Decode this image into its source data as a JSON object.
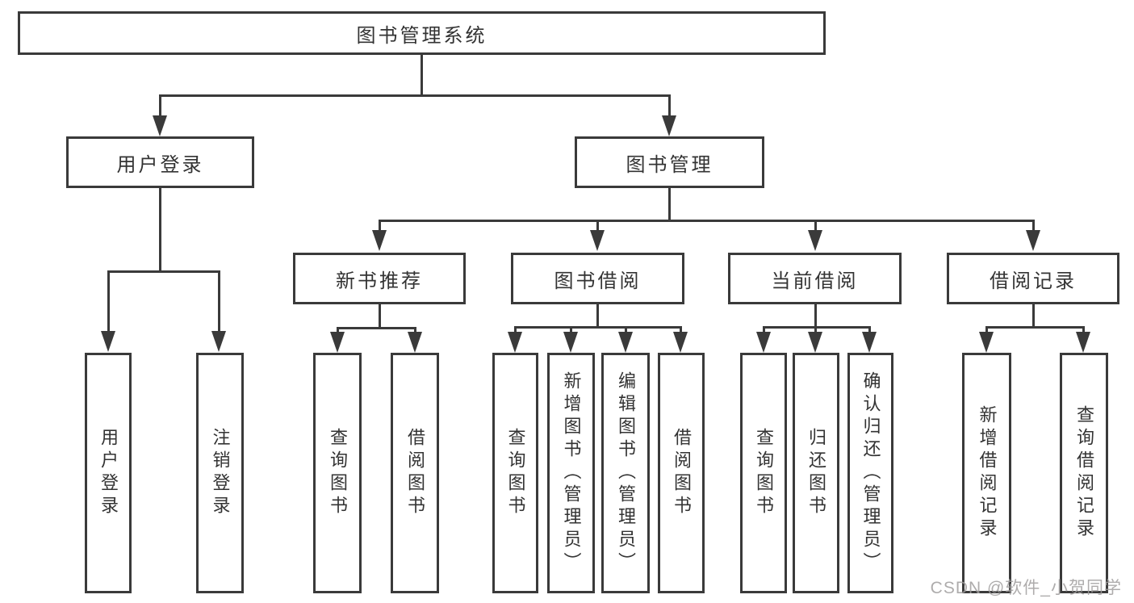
{
  "diagram": {
    "root": {
      "label": "图书管理系统"
    },
    "level1": [
      {
        "label": "用户登录"
      },
      {
        "label": "图书管理"
      }
    ],
    "level2": [
      {
        "label": "新书推荐"
      },
      {
        "label": "图书借阅"
      },
      {
        "label": "当前借阅"
      },
      {
        "label": "借阅记录"
      }
    ],
    "leaves": [
      {
        "label": "用户登录"
      },
      {
        "label": "注销登录"
      },
      {
        "label": "查询图书"
      },
      {
        "label": "借阅图书"
      },
      {
        "label": "查询图书"
      },
      {
        "label": "新增图书（管理员）"
      },
      {
        "label": "编辑图书（管理员）"
      },
      {
        "label": "借阅图书"
      },
      {
        "label": "查询图书"
      },
      {
        "label": "归还图书"
      },
      {
        "label": "确认归还（管理员）"
      },
      {
        "label": "新增借阅记录"
      },
      {
        "label": "查询借阅记录"
      }
    ]
  },
  "watermark": {
    "text": "CSDN @软件_小贺同学"
  },
  "colors": {
    "line": "#3a3a3a",
    "text": "#333333",
    "box_fill": "#ffffff",
    "watermark": "#a09e9e",
    "background": "#ffffff"
  }
}
